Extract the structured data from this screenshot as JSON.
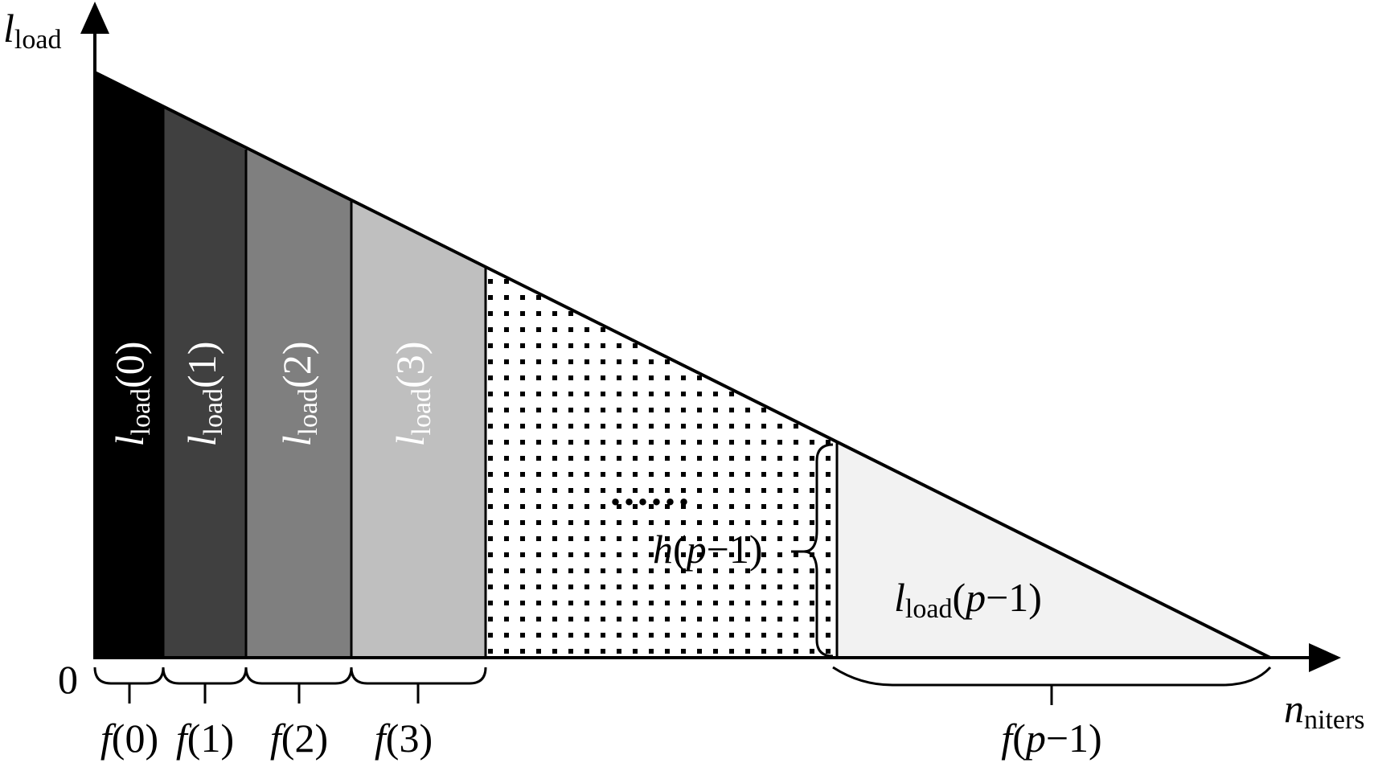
{
  "diagram": {
    "axes": {
      "y_label_main": "l",
      "y_label_sub": "load",
      "x_label_main": "n",
      "x_label_sub": "niters",
      "origin_label": "0"
    },
    "strips": [
      {
        "label_main": "l",
        "label_sub": "load",
        "label_arg": "(0)",
        "fill": "#000000",
        "text_color": "#ffffff"
      },
      {
        "label_main": "l",
        "label_sub": "load",
        "label_arg": "(1)",
        "fill": "#404040",
        "text_color": "#ffffff"
      },
      {
        "label_main": "l",
        "label_sub": "load",
        "label_arg": "(2)",
        "fill": "#7f7f7f",
        "text_color": "#ffffff"
      },
      {
        "label_main": "l",
        "label_sub": "load",
        "label_arg": "(3)",
        "fill": "#bfbfbf",
        "text_color": "#ffffff"
      }
    ],
    "last_region": {
      "label_main": "l",
      "label_sub": "load",
      "label_open": "(",
      "label_var": "p",
      "label_rest": "−1)",
      "fill": "#f2f2f2"
    },
    "ellipsis": "......",
    "height_label": {
      "fn": "h",
      "open": "(",
      "var": "p",
      "rest": "−1)"
    },
    "width_labels": [
      {
        "fn": "f",
        "arg": "(0)"
      },
      {
        "fn": "f",
        "arg": "(1)"
      },
      {
        "fn": "f",
        "arg": "(2)"
      },
      {
        "fn": "f",
        "arg": "(3)"
      },
      {
        "fn": "f",
        "open": "(",
        "var": "p",
        "rest": "−1)"
      }
    ],
    "colors": {
      "stroke": "#000000",
      "dots": "#000000"
    }
  }
}
